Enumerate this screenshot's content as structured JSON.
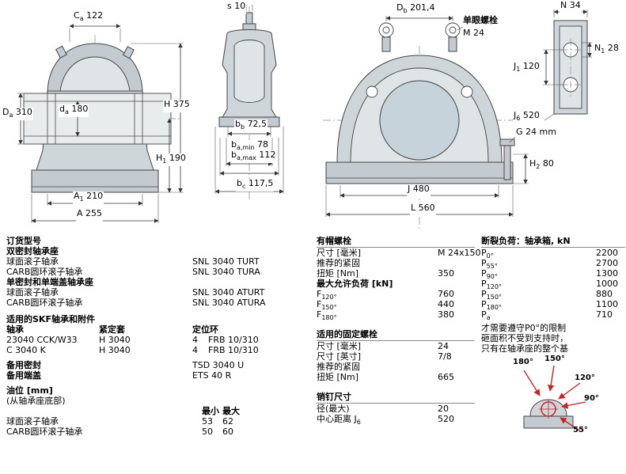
{
  "page": {
    "background": "#ffffff",
    "accent_red": "#cc2222",
    "line_color": "#444444"
  },
  "drawing": {
    "front_section": {
      "Ca": {
        "base": "C",
        "sub": "a",
        "value": "122"
      },
      "Da": {
        "base": "D",
        "sub": "a",
        "value": "310"
      },
      "da": {
        "base": "d",
        "sub": "a",
        "value": "180"
      },
      "H": {
        "base": "H",
        "sub": "",
        "value": "375"
      },
      "H1": {
        "base": "H",
        "sub": "1",
        "value": "190"
      },
      "A1": {
        "base": "A",
        "sub": "1",
        "value": "210"
      },
      "A": {
        "base": "A",
        "sub": "",
        "value": "255"
      }
    },
    "side_section": {
      "s": {
        "base": "s",
        "sub": "",
        "value": "10"
      },
      "bb": {
        "base": "b",
        "sub": "b",
        "value": "72,5"
      },
      "ba_min": {
        "base": "b",
        "sub": "a,min",
        "value": "78"
      },
      "ba_max": {
        "base": "b",
        "sub": "a,max",
        "value": "112"
      },
      "bc": {
        "base": "b",
        "sub": "c",
        "value": "117,5"
      }
    },
    "front_view": {
      "Db": {
        "base": "D",
        "sub": "b",
        "value": "201,4"
      },
      "eyebolt_title": "单眼螺栓",
      "eyebolt_size": "M 24",
      "G": {
        "base": "G",
        "sub": "",
        "value": "24 mm"
      },
      "H2": {
        "base": "H",
        "sub": "2",
        "value": "80"
      },
      "J": {
        "base": "J",
        "sub": "",
        "value": "480"
      },
      "L": {
        "base": "L",
        "sub": "",
        "value": "560"
      }
    },
    "top_view": {
      "N": {
        "base": "N",
        "sub": "",
        "value": "34"
      },
      "N1": {
        "base": "N",
        "sub": "1",
        "value": "28"
      },
      "J1": {
        "base": "J",
        "sub": "1",
        "value": "120"
      },
      "J6": {
        "base": "J",
        "sub": "6",
        "value": "520"
      }
    }
  },
  "ordering": {
    "title": "订货型号",
    "double_seal_header": "双密封轴承座",
    "rows_double": [
      {
        "label": "球面滚子轴承",
        "value": "SNL 3040 TURT"
      },
      {
        "label": "CARB圆环滚子轴承",
        "value": "SNL 3040 TURA"
      }
    ],
    "single_seal_header": "单密封和单端盖轴承座",
    "rows_single": [
      {
        "label": "球面滚子轴承",
        "value": "SNL 3040 ATURT"
      },
      {
        "label": "CARB圆环滚子轴承",
        "value": "SNL 3040 ATURA"
      }
    ]
  },
  "bearings": {
    "title": "适用的SKF轴承和附件",
    "col_bearing": "轴承",
    "col_sleeve": "紧定套",
    "col_ring": "定位环",
    "rows": [
      {
        "bearing": "23040 CCK/W33",
        "sleeve": "H 3040",
        "ring_count": "4",
        "ring": "FRB 10/310"
      },
      {
        "bearing": "C 3040 K",
        "sleeve": "H 3040",
        "ring_count": "4",
        "ring": "FRB 10/310"
      }
    ],
    "spare_seal_label": "备用密封",
    "spare_seal_value": "TSD 3040 U",
    "spare_cover_label": "备用端盖",
    "spare_cover_value": "ETS 40 R"
  },
  "oil_level": {
    "title": "油位 [mm]",
    "subtitle": "(从轴承座底部)",
    "col_min": "最小",
    "col_max": "最大",
    "rows": [
      {
        "label": "球面滚子轴承",
        "min": "53",
        "max": "62"
      },
      {
        "label": "CARB圆环滚子轴承",
        "min": "50",
        "max": "60"
      }
    ]
  },
  "cap_bolts": {
    "title": "有帽螺栓",
    "size_label": "尺寸 [毫米]",
    "size_value": "M 24x150",
    "tighten_label": "推荐的紧固",
    "torque_label": "扭矩 [Nm]",
    "torque_value": "350",
    "max_load_label": "最大允许负荷 [kN]",
    "loads": [
      {
        "base": "F",
        "sub": "120°",
        "value": "760"
      },
      {
        "base": "F",
        "sub": "150°",
        "value": "440"
      },
      {
        "base": "F",
        "sub": "180°",
        "value": "380"
      }
    ]
  },
  "attach_bolts": {
    "title": "适用的固定螺栓",
    "size_mm_label": "尺寸 [毫米]",
    "size_mm_value": "24",
    "size_in_label": "尺寸 [英寸]",
    "size_in_value": "7/8",
    "tighten_label": "推荐的紧固",
    "torque_label": "扭矩 [Nm]",
    "torque_value": "665"
  },
  "pins": {
    "title": "销钉尺寸",
    "dia_label": "径(最大)",
    "dia_value": "20",
    "cc_label": "中心距离 J",
    "cc_sub": "6",
    "cc_value": "520"
  },
  "breaking_loads": {
    "title": "断裂负荷：轴承箱, kN",
    "rows": [
      {
        "base": "P",
        "sub": "0°",
        "value": "2200"
      },
      {
        "base": "P",
        "sub": "55°",
        "value": "2700"
      },
      {
        "base": "P",
        "sub": "90°",
        "value": "1300"
      },
      {
        "base": "P",
        "sub": "120°",
        "value": "1000"
      },
      {
        "base": "P",
        "sub": "150°",
        "value": "880"
      },
      {
        "base": "P",
        "sub": "180°",
        "value": "1100"
      },
      {
        "base": "P",
        "sub": "a",
        "value": "710"
      }
    ],
    "note_lines": [
      "才需要遵守P0°的限制",
      "砸面积不受到支持时，",
      "只有在轴承座的整个基"
    ],
    "angles": [
      "180°",
      "150°",
      "120°",
      "90°",
      "55°"
    ]
  }
}
